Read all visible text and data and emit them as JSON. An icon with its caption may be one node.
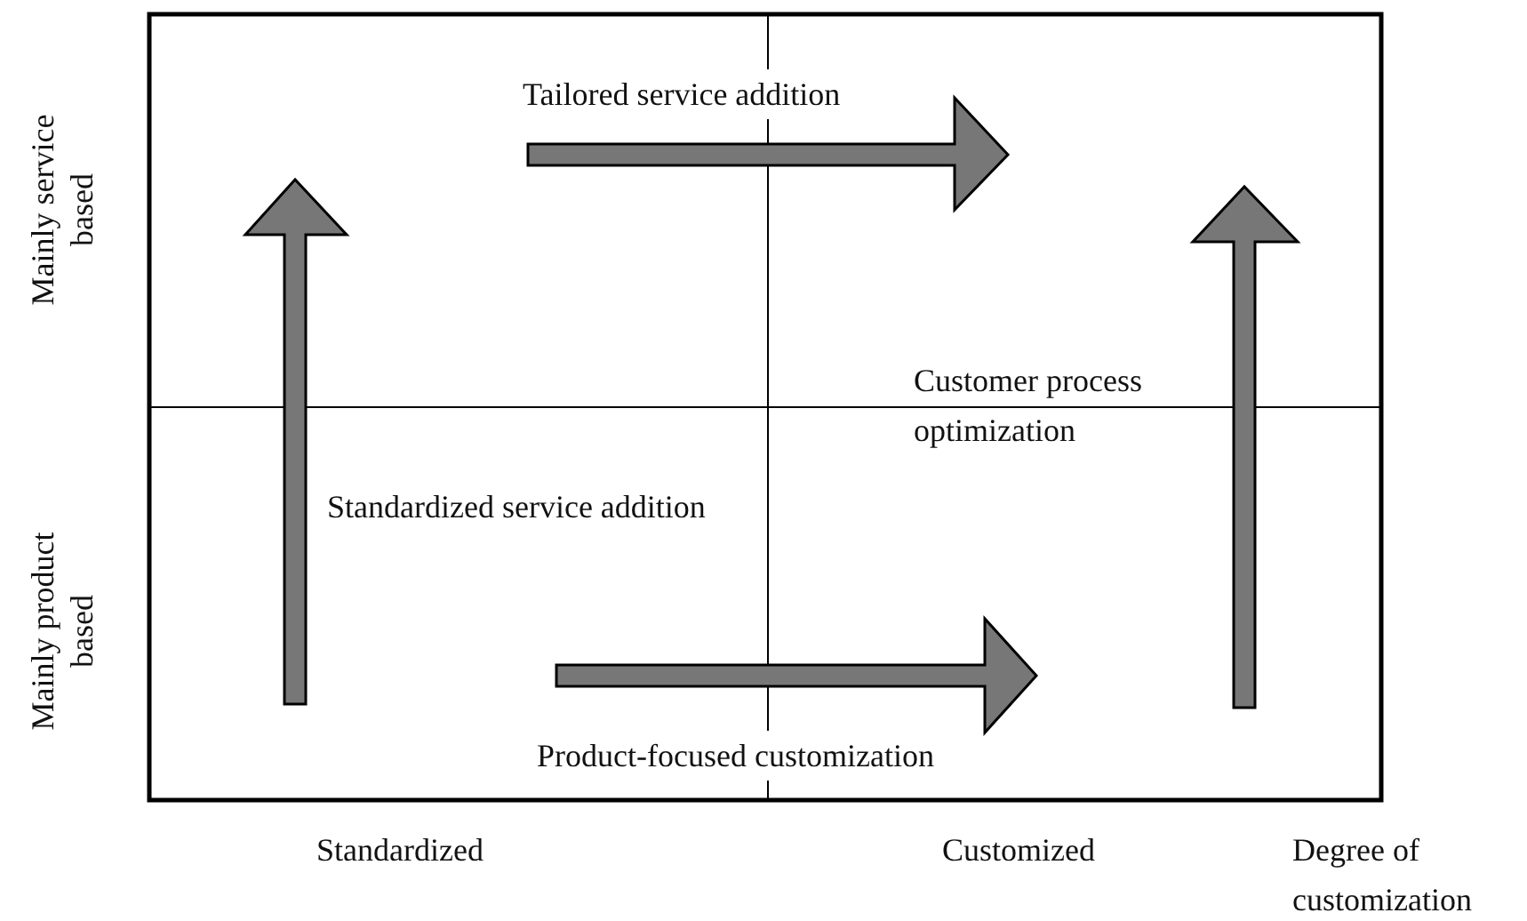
{
  "diagram": {
    "labels": [
      "Tailored service addition",
      "Mainly service based",
      "Customer process optimization",
      "Standardized service addition",
      "Mainly product based",
      "Product-focused customization",
      "Standardized",
      "Customized",
      "Degree of customization"
    ]
  }
}
